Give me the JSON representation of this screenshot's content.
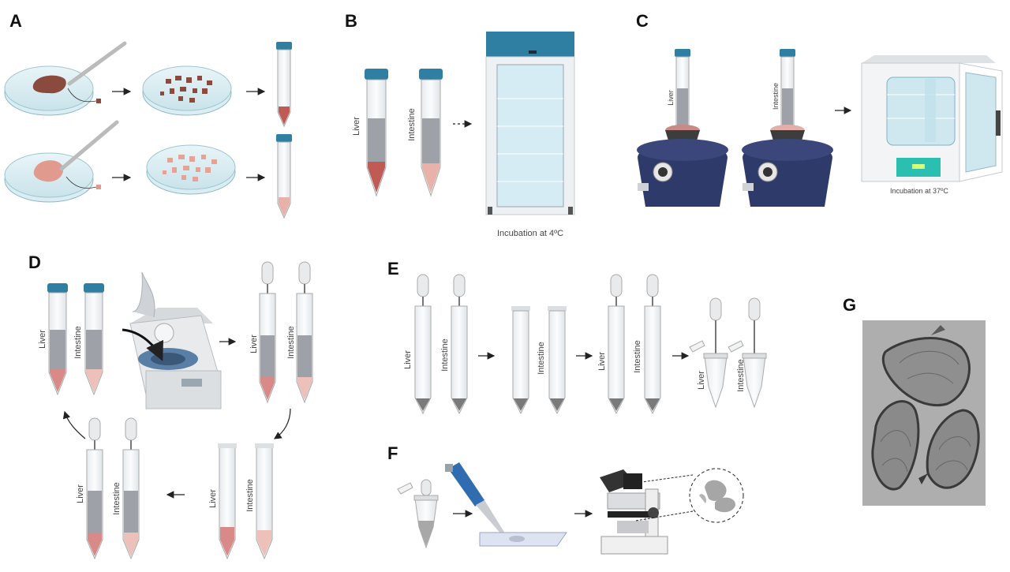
{
  "panels": {
    "a": {
      "letter": "A"
    },
    "b": {
      "letter": "B",
      "tube_labels": [
        "Liver",
        "Intestine"
      ],
      "caption": "Incubation at 4ºC"
    },
    "c": {
      "letter": "C",
      "tube_labels": [
        "Liver",
        "Intestine"
      ],
      "caption": "Incubation at 37ºC"
    },
    "d": {
      "letter": "D",
      "tube_labels": [
        "Liver",
        "Intestine"
      ]
    },
    "e": {
      "letter": "E",
      "tube_labels": [
        "Liver",
        "Intestine"
      ]
    },
    "f": {
      "letter": "F"
    },
    "g": {
      "letter": "G"
    }
  },
  "colors": {
    "cap": "#2f7fa3",
    "liver": "#c05a55",
    "intestine": "#e8b2aa",
    "medium": "#9ea2a8",
    "arrow": "#222222",
    "fridge_top": "#2f7fa3",
    "vortex": "#2e3a6a"
  }
}
